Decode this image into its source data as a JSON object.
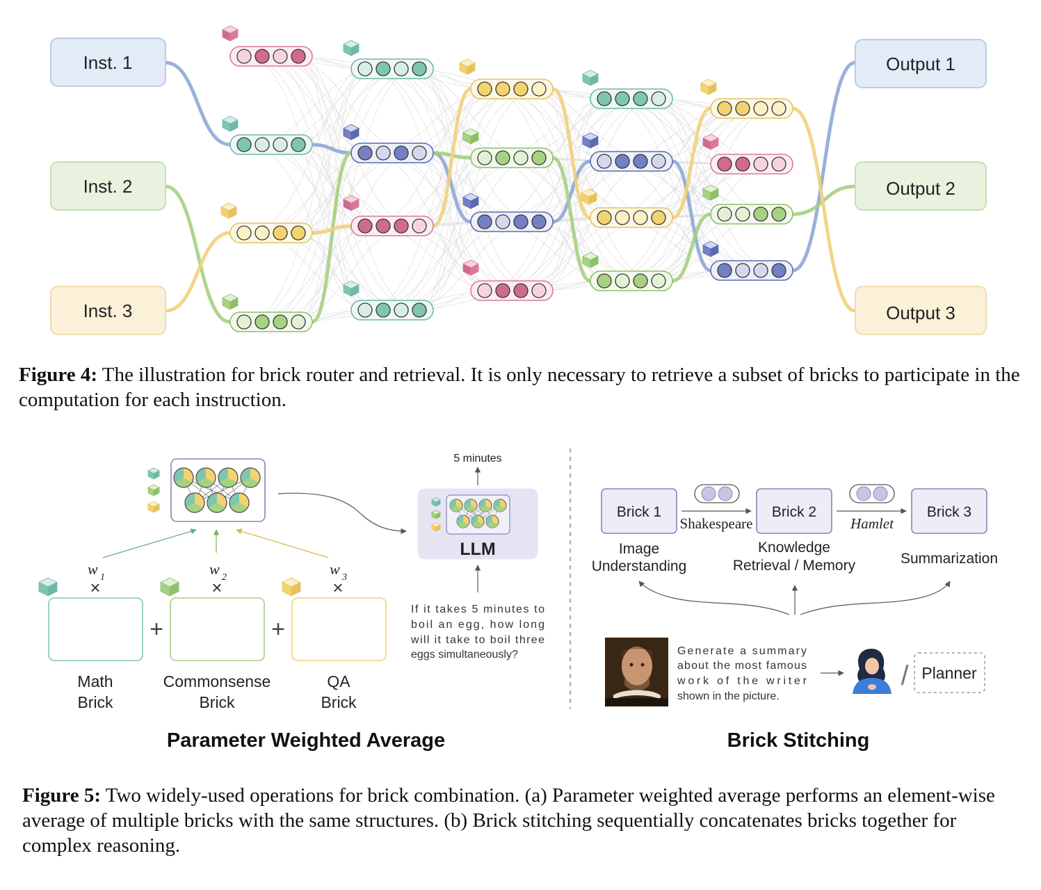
{
  "figure4": {
    "inputs": [
      "Inst. 1",
      "Inst. 2",
      "Inst. 3"
    ],
    "outputs": [
      "Output 1",
      "Output 2",
      "Output 3"
    ],
    "caption_label": "Figure 4:",
    "caption_text": "The illustration for brick router and retrieval. It is only necessary to retrieve a subset of bricks to participate in the computation for each instruction."
  },
  "figure5": {
    "pwa": {
      "title": "Parameter Weighted Average",
      "weights": [
        "w1",
        "w2",
        "w3"
      ],
      "weight_symbols": [
        "w",
        "w",
        "w"
      ],
      "weight_subs": [
        "1",
        "2",
        "3"
      ],
      "bricks": [
        {
          "line1": "Math",
          "line2": "Brick"
        },
        {
          "line1": "Commonsense",
          "line2": "Brick"
        },
        {
          "line1": "QA",
          "line2": "Brick"
        }
      ],
      "plus": "+",
      "times": "×",
      "llm_label": "LLM",
      "time_label": "5 minutes",
      "question_lines": [
        "If it takes 5 minutes to",
        "boil an egg, how long",
        "will it take to boil three",
        "eggs simultaneously?"
      ]
    },
    "stitch": {
      "title": "Brick Stitching",
      "bricks": [
        "Brick 1",
        "Brick 2",
        "Brick 3"
      ],
      "edge_labels": [
        "Shakespeare",
        "Hamlet"
      ],
      "capabilities": [
        {
          "line1": "Image",
          "line2": "Understanding"
        },
        {
          "line1": "Knowledge",
          "line2": "Retrieval / Memory"
        },
        {
          "line1": "",
          "line2": "Summarization"
        }
      ],
      "prompt_lines": [
        "Generate a summary",
        "about the most famous",
        "work of the writer",
        "shown in the picture."
      ],
      "planner": "Planner",
      "slash": "/"
    },
    "caption_label": "Figure 5:",
    "caption_text": "Two widely-used operations for brick combination. (a) Parameter weighted average performs an element-wise average of multiple bricks with the same structures. (b) Brick stitching sequentially concatenates bricks together for complex reasoning."
  },
  "colors": {
    "blue": "#8ea8d6",
    "green": "#a6cf83",
    "yellow": "#f0d27a",
    "teal": "#7fc6b8",
    "pink": "#e18ba8",
    "navy": "#5b6ab0",
    "lilac": "#8d82b8",
    "grid": "#d9d9d9"
  }
}
